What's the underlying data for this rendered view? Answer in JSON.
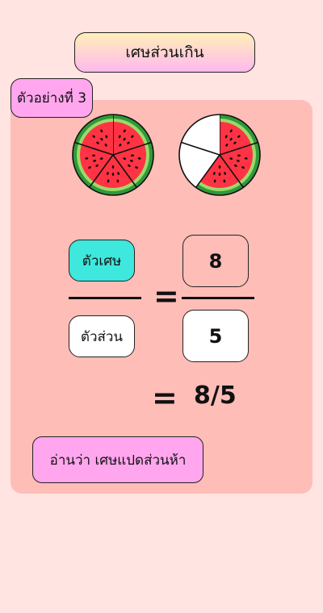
{
  "title": "เศษส่วนเกิน",
  "example_label": "ตัวอย่างที่ 3",
  "colors": {
    "background": "#ffe4e1",
    "card": "#ffbdb7",
    "rind_outer": "#2e9a3a",
    "rind_inner": "#9ed86a",
    "flesh": "#ff3344",
    "seed": "#111111",
    "empty_slice": "#ffffff",
    "numerator_box": "#3ee8dc"
  },
  "pies": [
    {
      "name": "watermelon-whole",
      "slices_total": 5,
      "slices_filled": 5
    },
    {
      "name": "watermelon-partial",
      "slices_total": 5,
      "slices_filled": 3
    }
  ],
  "fraction": {
    "numerator_label": "ตัวเศษ",
    "denominator_label": "ตัวส่วน",
    "equals": "=",
    "numerator": "8",
    "denominator": "5"
  },
  "result": {
    "equals": "=",
    "value": "8/5"
  },
  "read_as": "อ่านว่า เศษแปดส่วนห้า"
}
